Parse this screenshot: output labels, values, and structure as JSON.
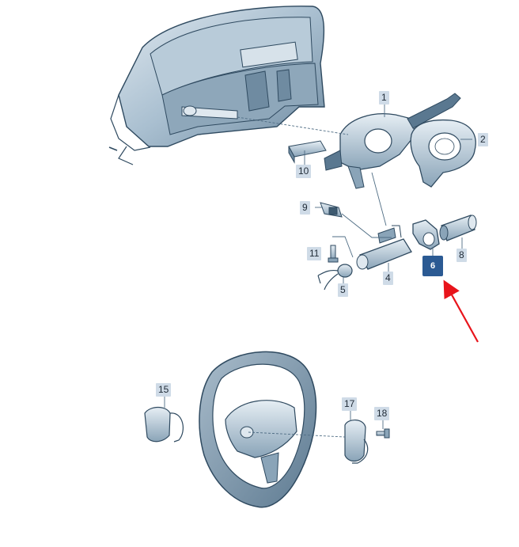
{
  "diagram": {
    "selected_part": "6",
    "callouts": [
      {
        "id": "c1",
        "label": "1"
      },
      {
        "id": "c2",
        "label": "2"
      },
      {
        "id": "c4",
        "label": "4"
      },
      {
        "id": "c5",
        "label": "5"
      },
      {
        "id": "c6",
        "label": "6"
      },
      {
        "id": "c8",
        "label": "8"
      },
      {
        "id": "c9",
        "label": "9"
      },
      {
        "id": "c10",
        "label": "10"
      },
      {
        "id": "c11",
        "label": "11"
      },
      {
        "id": "c15",
        "label": "15"
      },
      {
        "id": "c17",
        "label": "17"
      },
      {
        "id": "c18",
        "label": "18"
      }
    ],
    "colors": {
      "part_fill": "#c9d8e3",
      "part_dark": "#4f6d84",
      "outline": "#2f4a60",
      "callout_bg": "#cfdbe7",
      "selected_bg": "#2b5a93",
      "arrow": "#e8141b"
    }
  }
}
